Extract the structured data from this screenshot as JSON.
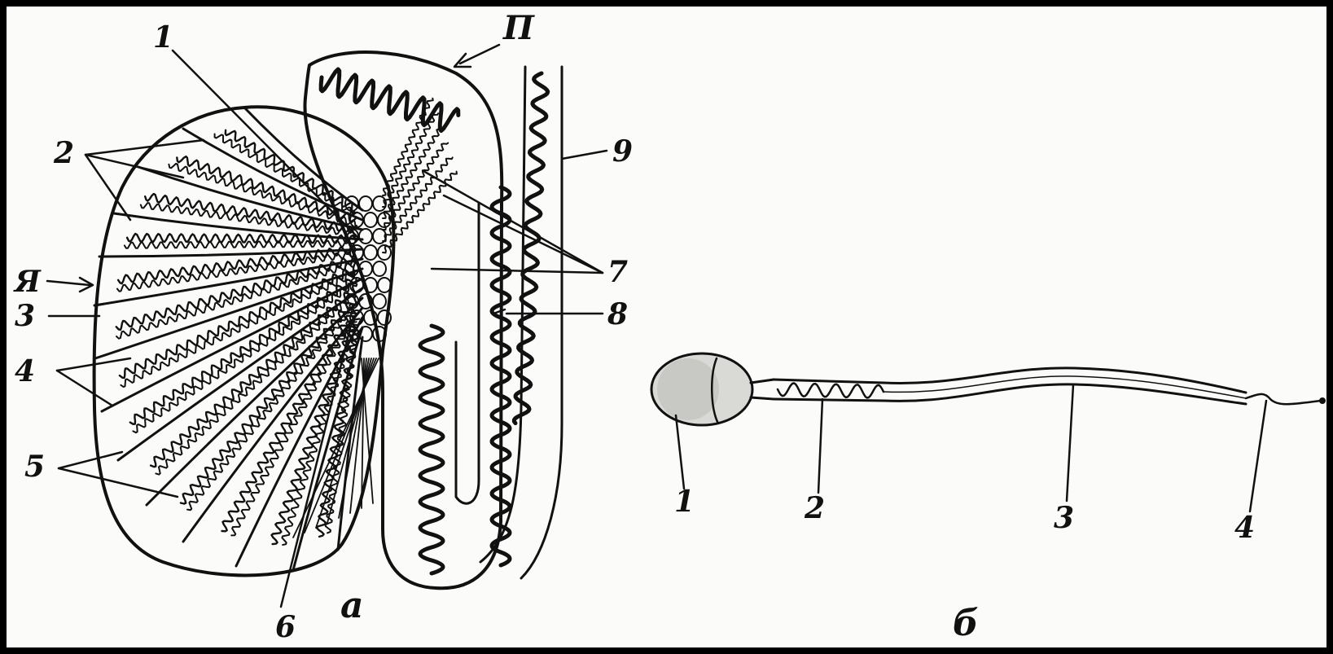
{
  "figure_a": {
    "panel_label": "а",
    "organ_labels": {
      "testis": "Я",
      "epididymis": "П"
    },
    "callouts": [
      "1",
      "2",
      "3",
      "4",
      "5",
      "6",
      "7",
      "8",
      "9"
    ]
  },
  "figure_b": {
    "panel_label": "б",
    "callouts": [
      "1",
      "2",
      "3",
      "4"
    ]
  },
  "colors": {
    "ink": "#111111",
    "paper": "#fbfbf9",
    "frame": "#000000"
  }
}
